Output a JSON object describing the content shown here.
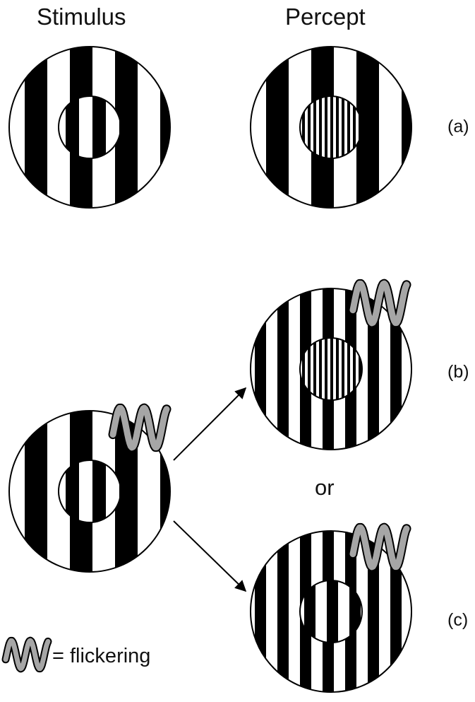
{
  "headers": {
    "stimulus": "Stimulus",
    "percept": "Percept"
  },
  "row_labels": {
    "a": "(a)",
    "b": "(b)",
    "c": "(c)"
  },
  "or_label": "or",
  "legend": {
    "icon": "flicker-wave-icon",
    "text": "= flickering"
  },
  "colors": {
    "stripe": "#000000",
    "background": "#ffffff",
    "flicker": "#a6a6a6"
  }
}
